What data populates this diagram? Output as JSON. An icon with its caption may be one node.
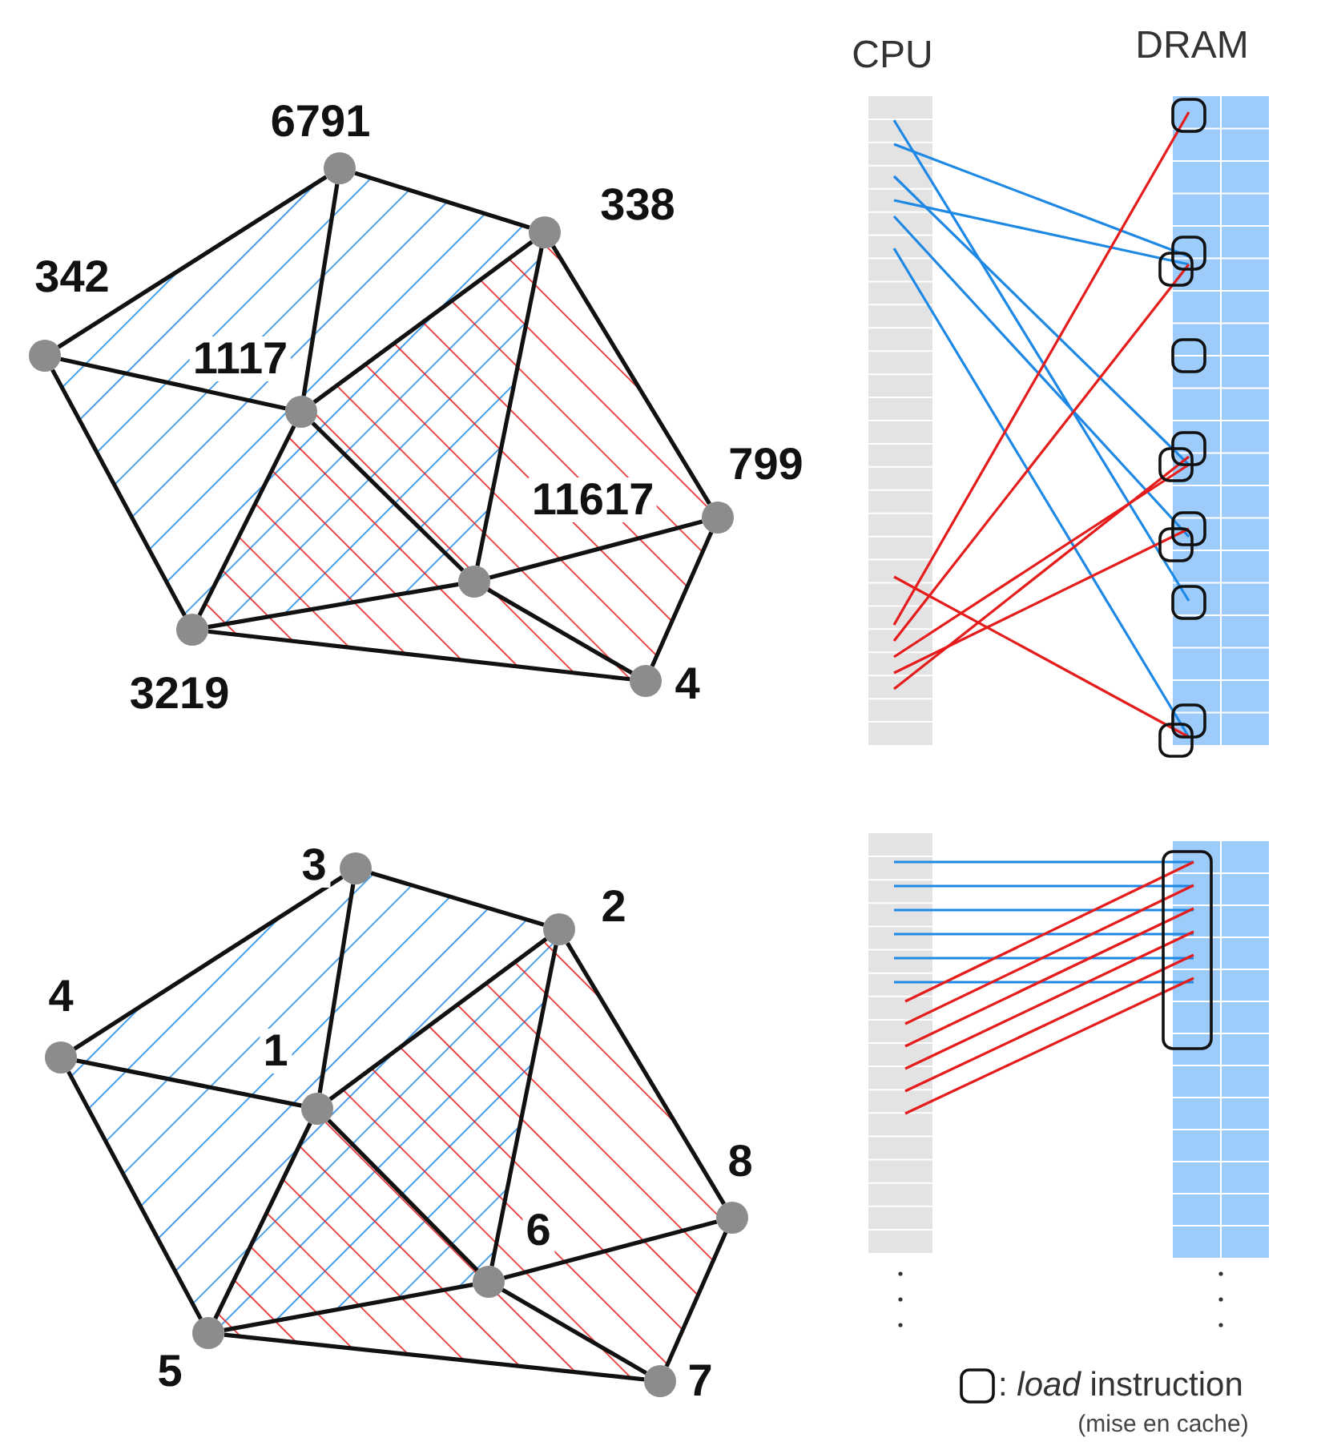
{
  "diagram": {
    "nodes": [
      {
        "text": [
          "6791"
        ]
      },
      {
        "text": [
          "338"
        ]
      },
      {
        "text": [
          "342"
        ]
      },
      {
        "text": [
          "1117"
        ]
      },
      {
        "text": [
          "799"
        ]
      },
      {
        "text": [
          "11617"
        ]
      },
      {
        "text": [
          "3219"
        ]
      },
      {
        "text": [
          "4"
        ]
      },
      {
        "text": [
          "3"
        ]
      },
      {
        "text": [
          "2"
        ]
      },
      {
        "text": [
          "4"
        ]
      },
      {
        "text": [
          "1"
        ]
      },
      {
        "text": [
          "8"
        ]
      },
      {
        "text": [
          "6"
        ]
      },
      {
        "text": [
          "5"
        ]
      },
      {
        "text": [
          "7"
        ]
      }
    ],
    "edges": [
      {
        "from": 2,
        "to": 0,
        "arrow": "none"
      },
      {
        "from": 2,
        "to": 3,
        "arrow": "none"
      },
      {
        "from": 0,
        "to": 3,
        "arrow": "none"
      },
      {
        "from": 0,
        "to": 1,
        "arrow": "none"
      },
      {
        "from": 1,
        "to": 3,
        "arrow": "none"
      },
      {
        "from": 2,
        "to": 6,
        "arrow": "none"
      },
      {
        "from": 3,
        "to": 6,
        "arrow": "none"
      },
      {
        "from": 3,
        "to": 5,
        "arrow": "none"
      },
      {
        "from": 1,
        "to": 5,
        "arrow": "none"
      },
      {
        "from": 6,
        "to": 5,
        "arrow": "none"
      },
      {
        "from": 1,
        "to": 4,
        "arrow": "none"
      },
      {
        "from": 4,
        "to": 5,
        "arrow": "none"
      },
      {
        "from": 4,
        "to": 7,
        "arrow": "none"
      },
      {
        "from": 5,
        "to": 7,
        "arrow": "none"
      },
      {
        "from": 6,
        "to": 7,
        "arrow": "none"
      },
      {
        "from": 10,
        "to": 8,
        "arrow": "none"
      },
      {
        "from": 10,
        "to": 11,
        "arrow": "none"
      },
      {
        "from": 8,
        "to": 11,
        "arrow": "none"
      },
      {
        "from": 8,
        "to": 9,
        "arrow": "none"
      },
      {
        "from": 9,
        "to": 11,
        "arrow": "none"
      },
      {
        "from": 10,
        "to": 14,
        "arrow": "none"
      },
      {
        "from": 11,
        "to": 14,
        "arrow": "none"
      },
      {
        "from": 11,
        "to": 13,
        "arrow": "none"
      },
      {
        "from": 9,
        "to": 13,
        "arrow": "none"
      },
      {
        "from": 14,
        "to": 13,
        "arrow": "none"
      },
      {
        "from": 9,
        "to": 12,
        "arrow": "none"
      },
      {
        "from": 12,
        "to": 13,
        "arrow": "none"
      },
      {
        "from": 12,
        "to": 15,
        "arrow": "none"
      },
      {
        "from": 13,
        "to": 15,
        "arrow": "none"
      },
      {
        "from": 14,
        "to": 15,
        "arrow": "none"
      }
    ],
    "labels": [
      "CPU",
      "DRAM",
      "(mise en cache)"
    ],
    "legend": [
      {
        "text": ": *load* instruction"
      }
    ]
  }
}
